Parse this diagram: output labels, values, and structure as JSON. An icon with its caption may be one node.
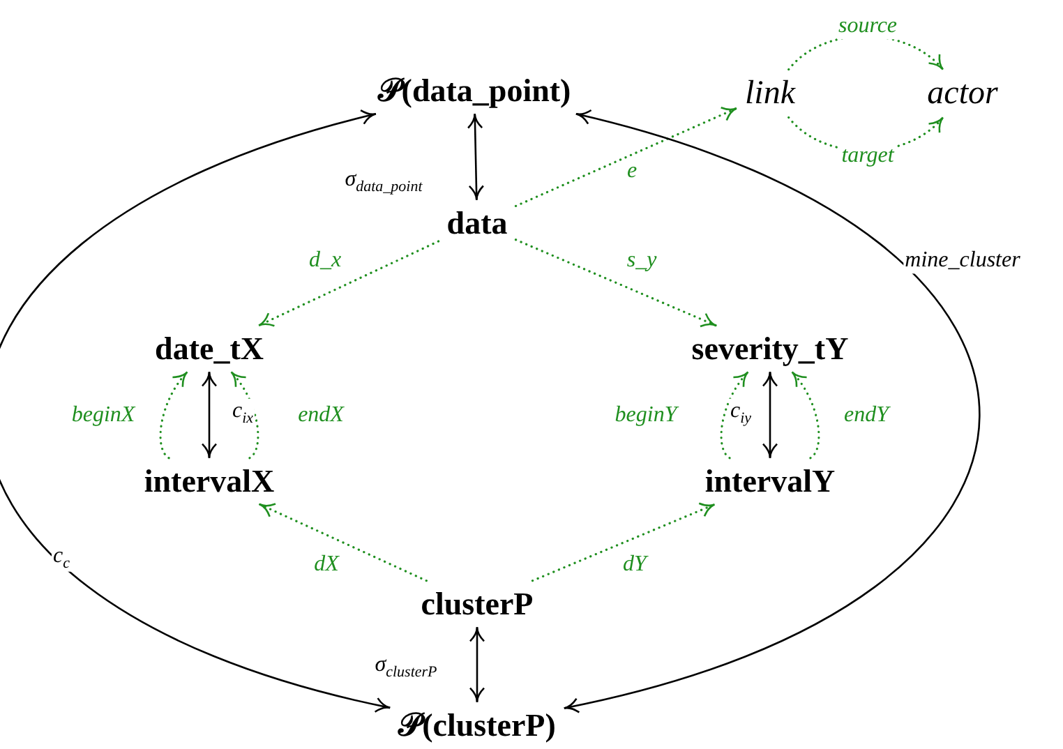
{
  "diagram": {
    "nodes": [
      {
        "text": [
          "𝒫(data_point)"
        ]
      },
      {
        "text": [
          "link"
        ]
      },
      {
        "text": [
          "actor"
        ]
      },
      {
        "text": [
          "data"
        ]
      },
      {
        "text": [
          "date_tX"
        ]
      },
      {
        "text": [
          "severity_tY"
        ]
      },
      {
        "text": [
          "intervalX"
        ]
      },
      {
        "text": [
          "intervalY"
        ]
      },
      {
        "text": [
          "clusterP"
        ]
      },
      {
        "text": [
          "𝒫(clusterP)"
        ]
      }
    ],
    "edges": [
      {
        "from": 0,
        "to": 3,
        "arrow": "both",
        "label": "σ$_{data_point}$",
        "color": "#000000"
      },
      {
        "from": 3,
        "to": 1,
        "arrow": "to",
        "label": "e",
        "style": "dashed"
      },
      {
        "from": 1,
        "to": 2,
        "arrow": "to",
        "label": "source",
        "style": "dashed"
      },
      {
        "from": 1,
        "to": 2,
        "arrow": "to",
        "label": "target",
        "style": "dashed"
      },
      {
        "from": 3,
        "to": 4,
        "arrow": "to",
        "label": "d_x",
        "style": "dashed"
      },
      {
        "from": 3,
        "to": 5,
        "arrow": "to",
        "label": "s_y",
        "style": "dashed"
      },
      {
        "from": 6,
        "to": 4,
        "arrow": "to",
        "label": "beginX",
        "style": "dashed"
      },
      {
        "from": 4,
        "to": 6,
        "arrow": "both",
        "label": "c$_{ix}$",
        "color": "#000000"
      },
      {
        "from": 6,
        "to": 4,
        "arrow": "to",
        "label": "endX",
        "style": "dashed"
      },
      {
        "from": 7,
        "to": 5,
        "arrow": "to",
        "label": "beginY",
        "style": "dashed"
      },
      {
        "from": 5,
        "to": 7,
        "arrow": "both",
        "label": "c$_{iy}$",
        "color": "#000000"
      },
      {
        "from": 7,
        "to": 5,
        "arrow": "to",
        "label": "endY",
        "style": "dashed"
      },
      {
        "from": 8,
        "to": 6,
        "arrow": "to",
        "label": "dX",
        "style": "dashed"
      },
      {
        "from": 8,
        "to": 7,
        "arrow": "to",
        "label": "dY",
        "style": "dashed"
      },
      {
        "from": 8,
        "to": 9,
        "arrow": "both",
        "label": "σ$_{clusterP}$",
        "color": "#000000"
      },
      {
        "from": 9,
        "to": 0,
        "arrow": "both",
        "label": "c$_{c}$",
        "color": "#000000"
      },
      {
        "from": 0,
        "to": 9,
        "arrow": "both",
        "label": "mine_cluster",
        "color": "#000000"
      }
    ]
  }
}
